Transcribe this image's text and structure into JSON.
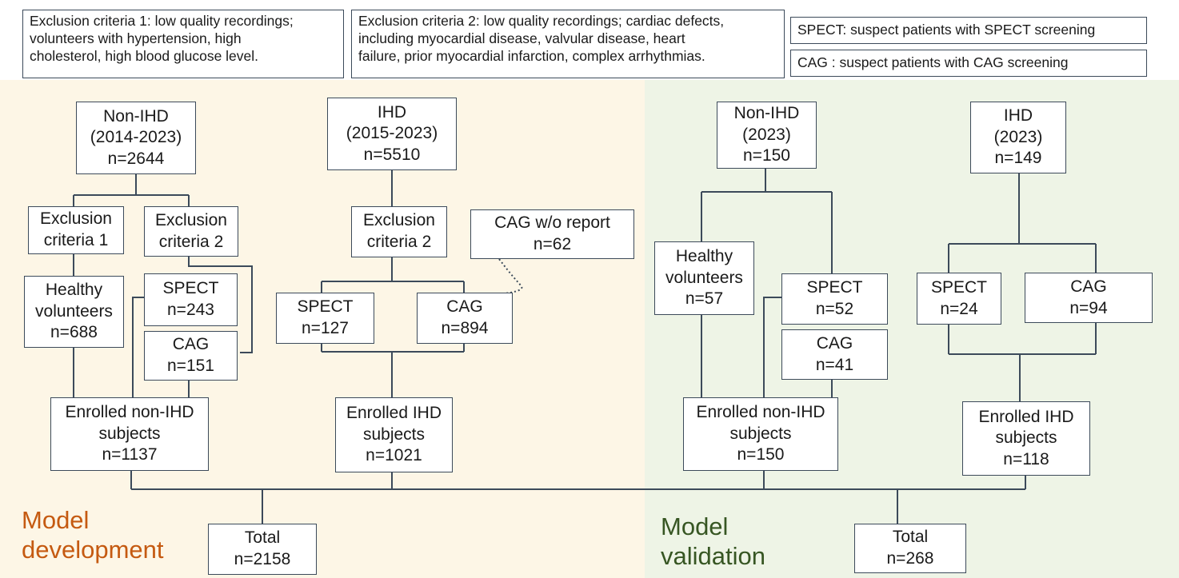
{
  "notes": {
    "exclusion1": "Exclusion criteria 1: low quality recordings;\nvolunteers with hypertension, high\ncholesterol, high blood glucose level.",
    "exclusion2": "Exclusion criteria 2: low quality recordings; cardiac defects,\nincluding myocardial disease, valvular disease, heart\nfailure, prior myocardial infarction, complex arrhythmias.",
    "spect": "SPECT: suspect patients with SPECT screening",
    "cag": "CAG : suspect patients with CAG screening"
  },
  "development": {
    "label": "Model\ndevelopment",
    "nonihd_source": "Non-IHD\n(2014-2023)\nn=2644",
    "ihd_source": "IHD\n(2015-2023)\nn=5510",
    "excl1": "Exclusion\ncriteria 1",
    "excl2_nonihd": "Exclusion\ncriteria 2",
    "excl2_ihd": "Exclusion\ncriteria 2",
    "healthy": "Healthy\nvolunteers\nn=688",
    "spect_nonihd": "SPECT\nn=243",
    "cag_nonihd": "CAG\nn=151",
    "spect_ihd": "SPECT\nn=127",
    "cag_ihd": "CAG\nn=894",
    "cag_no_report": "CAG w/o report\nn=62",
    "enrolled_nonihd": "Enrolled non-IHD\nsubjects\nn=1137",
    "enrolled_ihd": "Enrolled IHD\nsubjects\nn=1021",
    "total": "Total\nn=2158"
  },
  "validation": {
    "label": "Model\nvalidation",
    "nonihd_source": "Non-IHD\n(2023)\nn=150",
    "ihd_source": "IHD\n(2023)\nn=149",
    "healthy": "Healthy\nvolunteers\nn=57",
    "spect_nonihd": "SPECT\nn=52",
    "cag_nonihd": "CAG\nn=41",
    "spect_ihd": "SPECT\nn=24",
    "cag_ihd": "CAG\nn=94",
    "enrolled_nonihd": "Enrolled non-IHD\nsubjects\nn=150",
    "enrolled_ihd": "Enrolled IHD\nsubjects\nn=118",
    "total": "Total\nn=268"
  },
  "colors": {
    "development_bg": "#fdf6e6",
    "validation_bg": "#eef4e6",
    "development_label": "#c55a11",
    "validation_label": "#375623",
    "line": "#3c4a5a"
  }
}
